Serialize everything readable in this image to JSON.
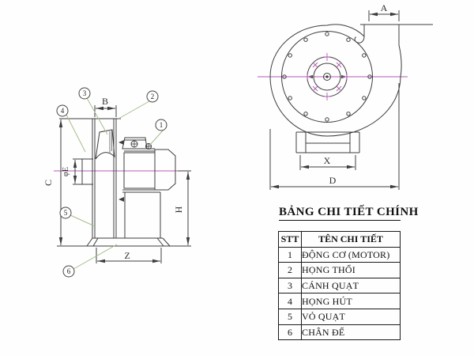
{
  "drawing": {
    "callouts": [
      "1",
      "2",
      "3",
      "4",
      "5",
      "6"
    ],
    "dims_side": {
      "B": "B",
      "C": "C",
      "phiE": "φE",
      "H": "H",
      "Z": "Z"
    },
    "dims_front": {
      "A": "A",
      "X": "X",
      "D": "D"
    }
  },
  "table": {
    "title": "BẢNG CHI TIẾT CHÍNH",
    "headers": [
      "STT",
      "TÊN CHI TIẾT"
    ],
    "rows": [
      [
        "1",
        "ĐỘNG CƠ (MOTOR)"
      ],
      [
        "2",
        "HỌNG THỔI"
      ],
      [
        "3",
        "CÁNH QUẠT"
      ],
      [
        "4",
        "HỌNG HÚT"
      ],
      [
        "5",
        "VỎ QUẠT"
      ],
      [
        "6",
        "CHÂN ĐẾ"
      ]
    ]
  },
  "colors": {
    "line": "#3d3d3d",
    "centerline": "#b55ab5",
    "leader": "#a4bf8c",
    "text": "#111111",
    "background": "#fefefe"
  }
}
